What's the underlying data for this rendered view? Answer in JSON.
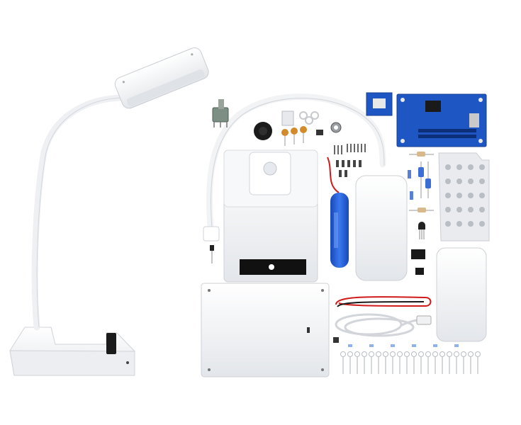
{
  "image": {
    "kind": "product photo",
    "background_color": "#ffffff",
    "subject": "desk-lamp-diy-kit"
  },
  "colors": {
    "plastic_white": "#f4f5f7",
    "plastic_shadow": "#d9dce1",
    "pcb_blue": "#1e57c4",
    "battery_blue": "#1f5bd6",
    "knob_black": "#1b1b1b",
    "wire_red": "#d01a1a",
    "resistor_beige": "#d9b98c"
  },
  "parts": {
    "assembled_lamp": "assembled-lamp",
    "lamp_arm": "lamp-arm",
    "lamp_body_shell": "lamp-body-shell",
    "battery": "lithium-battery",
    "control_pcb": "control-pcb",
    "led_board": "led-board",
    "usb_cable": "usb-cable",
    "leds": "led-set"
  }
}
